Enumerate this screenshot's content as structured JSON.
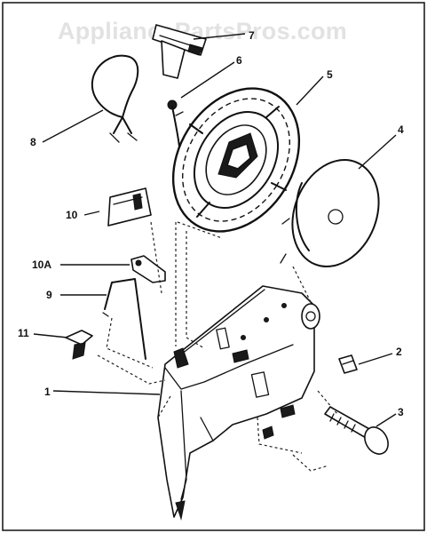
{
  "watermark": "AppliancePartsPros.com",
  "parts": [
    {
      "label": "1"
    },
    {
      "label": "2"
    },
    {
      "label": "3"
    },
    {
      "label": "4"
    },
    {
      "label": "5"
    },
    {
      "label": "6"
    },
    {
      "label": "7"
    },
    {
      "label": "8"
    },
    {
      "label": "9"
    },
    {
      "label": "10"
    },
    {
      "label": "10A"
    },
    {
      "label": "11"
    }
  ]
}
